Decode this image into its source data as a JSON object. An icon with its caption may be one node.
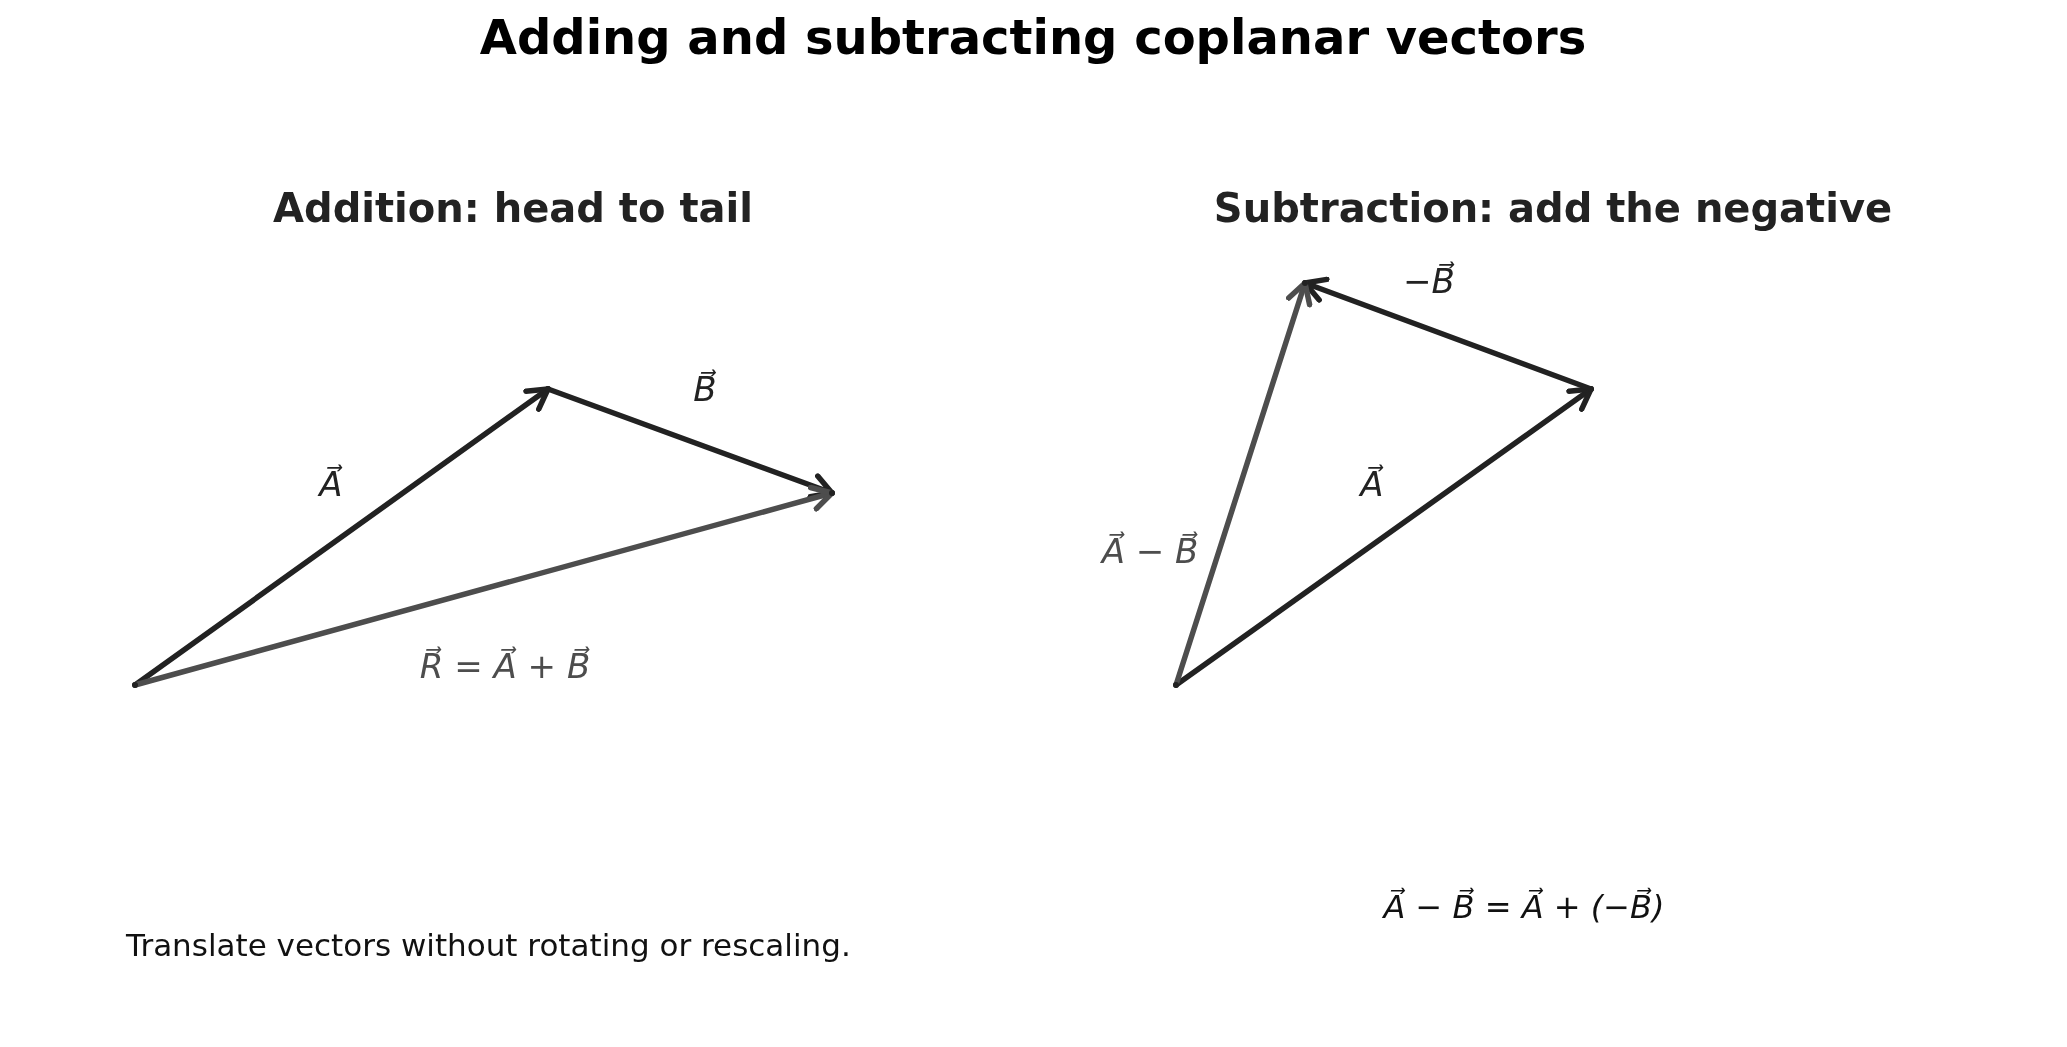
{
  "diagram": {
    "title": "Adding and subtracting coplanar vectors",
    "nodes": [
      {
        "text": [],
        "shape": "point"
      },
      {
        "text": [],
        "shape": "point"
      },
      {
        "text": [],
        "shape": "point"
      },
      {
        "text": [],
        "shape": "point"
      },
      {
        "text": [],
        "shape": "point"
      },
      {
        "text": [],
        "shape": "point"
      }
    ],
    "edges": [
      {
        "from": 0,
        "to": 1,
        "arrow": "to",
        "label": "A⃗"
      },
      {
        "from": 1,
        "to": 2,
        "arrow": "to",
        "label": "B⃗"
      },
      {
        "from": 0,
        "to": 2,
        "arrow": "to",
        "label": "R⃗ = A⃗ + B⃗",
        "color": "#4d4d4d"
      },
      {
        "from": 3,
        "to": 4,
        "arrow": "to",
        "label": "A⃗"
      },
      {
        "from": 4,
        "to": 5,
        "arrow": "to",
        "label": "−B⃗"
      },
      {
        "from": 3,
        "to": 5,
        "arrow": "to",
        "label": "A⃗ − B⃗",
        "color": "#4d4d4d"
      }
    ],
    "labels": [
      "Addition: head to tail",
      "Subtraction: add the negative",
      "A⃗ − B⃗ = A⃗ + (−B⃗)",
      "Translate vectors without rotating or rescaling."
    ]
  }
}
